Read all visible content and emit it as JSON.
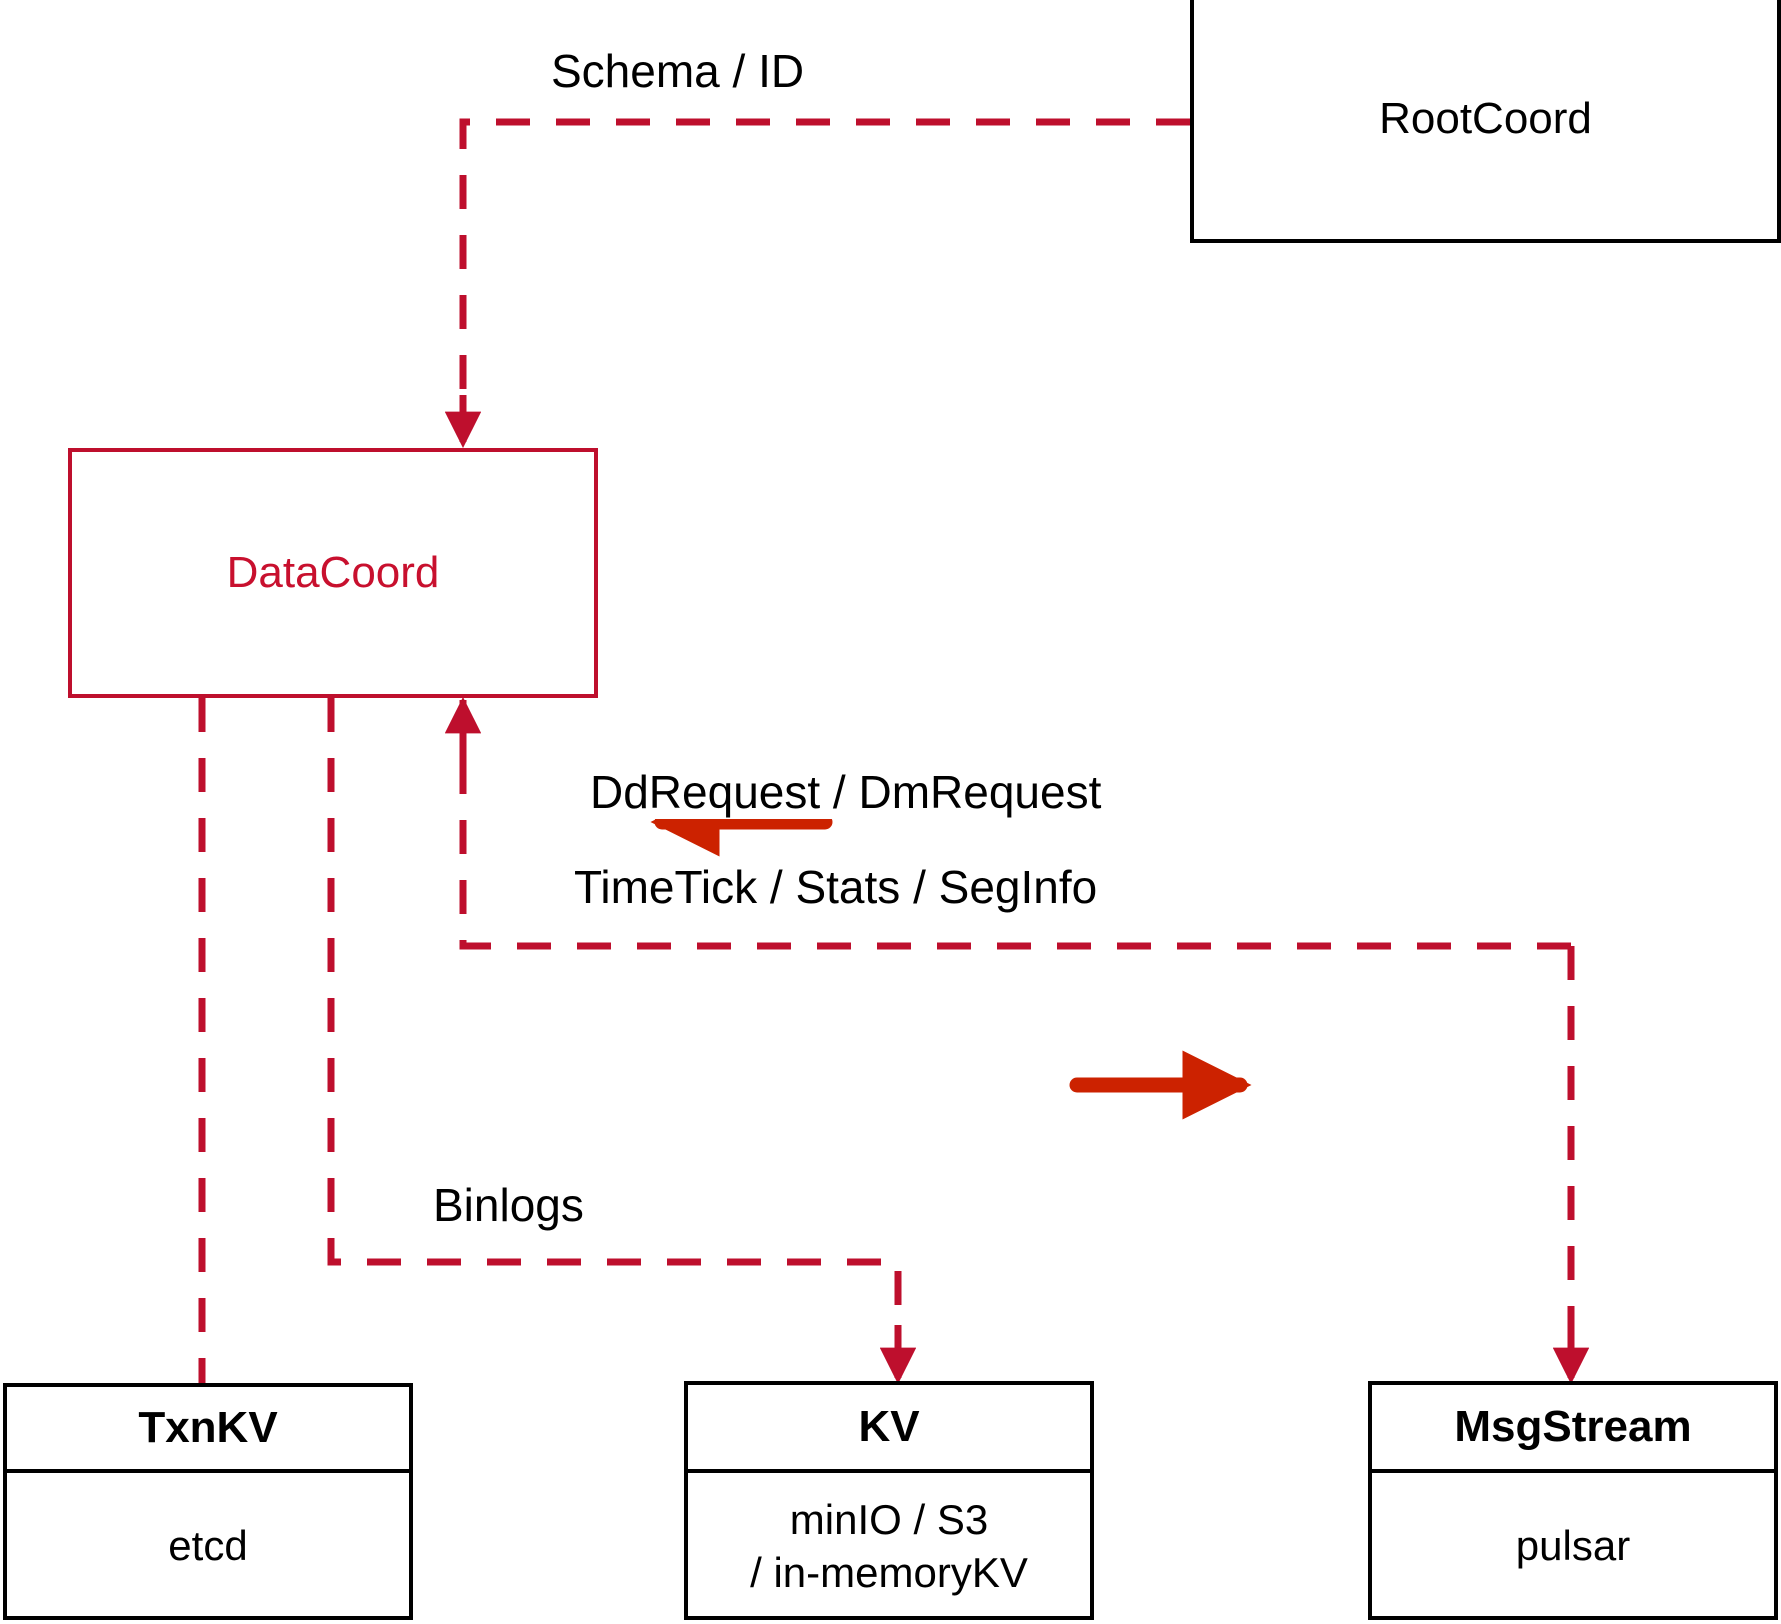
{
  "diagram": {
    "title": "DataCoord component interaction diagram",
    "colors": {
      "node_black": "#000000",
      "node_red_border": "#BE0F2D",
      "node_red_text": "#C8102E",
      "dashed_edge": "#BE0F2D",
      "solid_arrow": "#CC2200",
      "background": "#FFFFFF"
    },
    "nodes": [
      {
        "id": "rootcoord",
        "label": "RootCoord",
        "style": "black-border",
        "sections": []
      },
      {
        "id": "datacoord",
        "label": "DataCoord",
        "style": "red-border-red-text",
        "sections": []
      },
      {
        "id": "txnkv",
        "label": "TxnKV",
        "style": "black-border-bold-header",
        "sections": [
          "etcd"
        ]
      },
      {
        "id": "kv",
        "label": "KV",
        "style": "black-border-bold-header",
        "sections": [
          "minIO / S3",
          "/ in-memoryKV"
        ]
      },
      {
        "id": "msgstream",
        "label": "MsgStream",
        "style": "black-border-bold-header",
        "sections": [
          "pulsar"
        ]
      }
    ],
    "edges": [
      {
        "id": "schema-id",
        "label": "Schema / ID",
        "from": "rootcoord",
        "to": "datacoord",
        "style": "dashed",
        "arrow": "to"
      },
      {
        "id": "dd-dm-request",
        "label": "DdRequest / DmRequest",
        "from": "msgstream",
        "to": "datacoord",
        "style": "dashed",
        "arrow": "to",
        "direction_marker": "left-arrow"
      },
      {
        "id": "timetick-stats-seginfo",
        "label": "TimeTick / Stats / SegInfo",
        "from": "datacoord",
        "to": "msgstream",
        "style": "dashed",
        "arrow": "to",
        "direction_marker": "right-arrow"
      },
      {
        "id": "binlogs",
        "label": "Binlogs",
        "from": "datacoord",
        "to": "kv",
        "style": "dashed",
        "arrow": "to"
      },
      {
        "id": "txnkv-link",
        "label": "",
        "from": "datacoord",
        "to": "txnkv",
        "style": "dashed",
        "arrow": "none"
      }
    ]
  }
}
